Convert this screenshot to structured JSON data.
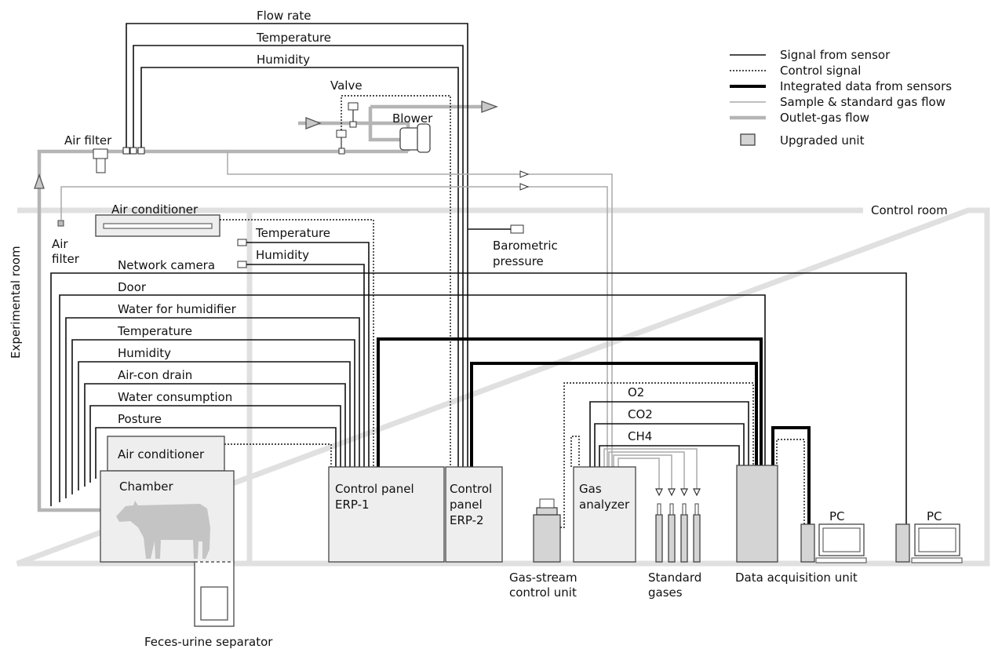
{
  "legend": {
    "signal": "Signal from sensor",
    "control": "Control signal",
    "integrated": "Integrated data from sensors",
    "sample_gas": "Sample & standard gas flow",
    "outlet_gas": "Outlet-gas flow",
    "upgraded": "Upgraded unit"
  },
  "rooms": {
    "control": "Control room",
    "experimental": "Experimental room"
  },
  "top_signals": [
    "Flow rate",
    "Temperature",
    "Humidity"
  ],
  "labels": {
    "valve": "Valve",
    "blower": "Blower",
    "air_filter_top": "Air filter",
    "air_filter_left_1": "Air",
    "air_filter_left_2": "filter",
    "air_conditioner_top": "Air conditioner",
    "temperature_room": "Temperature",
    "humidity_room": "Humidity",
    "network_camera": "Network camera",
    "barometric_1": "Barometric",
    "barometric_2": "pressure"
  },
  "chamber_signals": [
    "Door",
    "Water for humidifier",
    "Temperature",
    "Humidity",
    "Air-con drain",
    "Water consumption",
    "Posture"
  ],
  "units": {
    "air_conditioner_chamber": "Air conditioner",
    "chamber": "Chamber",
    "feces": "Feces-urine separator",
    "cp1_line1": "Control panel",
    "cp1_line2": "ERP-1",
    "cp2_line1": "Control",
    "cp2_line2": "panel",
    "cp2_line3": "ERP-2",
    "gas_analyzer_1": "Gas",
    "gas_analyzer_2": "analyzer",
    "gas_stream_1": "Gas-stream",
    "gas_stream_2": "control unit",
    "standard_1": "Standard",
    "standard_2": "gases",
    "daq": "Data acquisition unit",
    "pc_1": "PC",
    "pc_2": "PC"
  },
  "gases": [
    "O2",
    "CO2",
    "CH4"
  ]
}
